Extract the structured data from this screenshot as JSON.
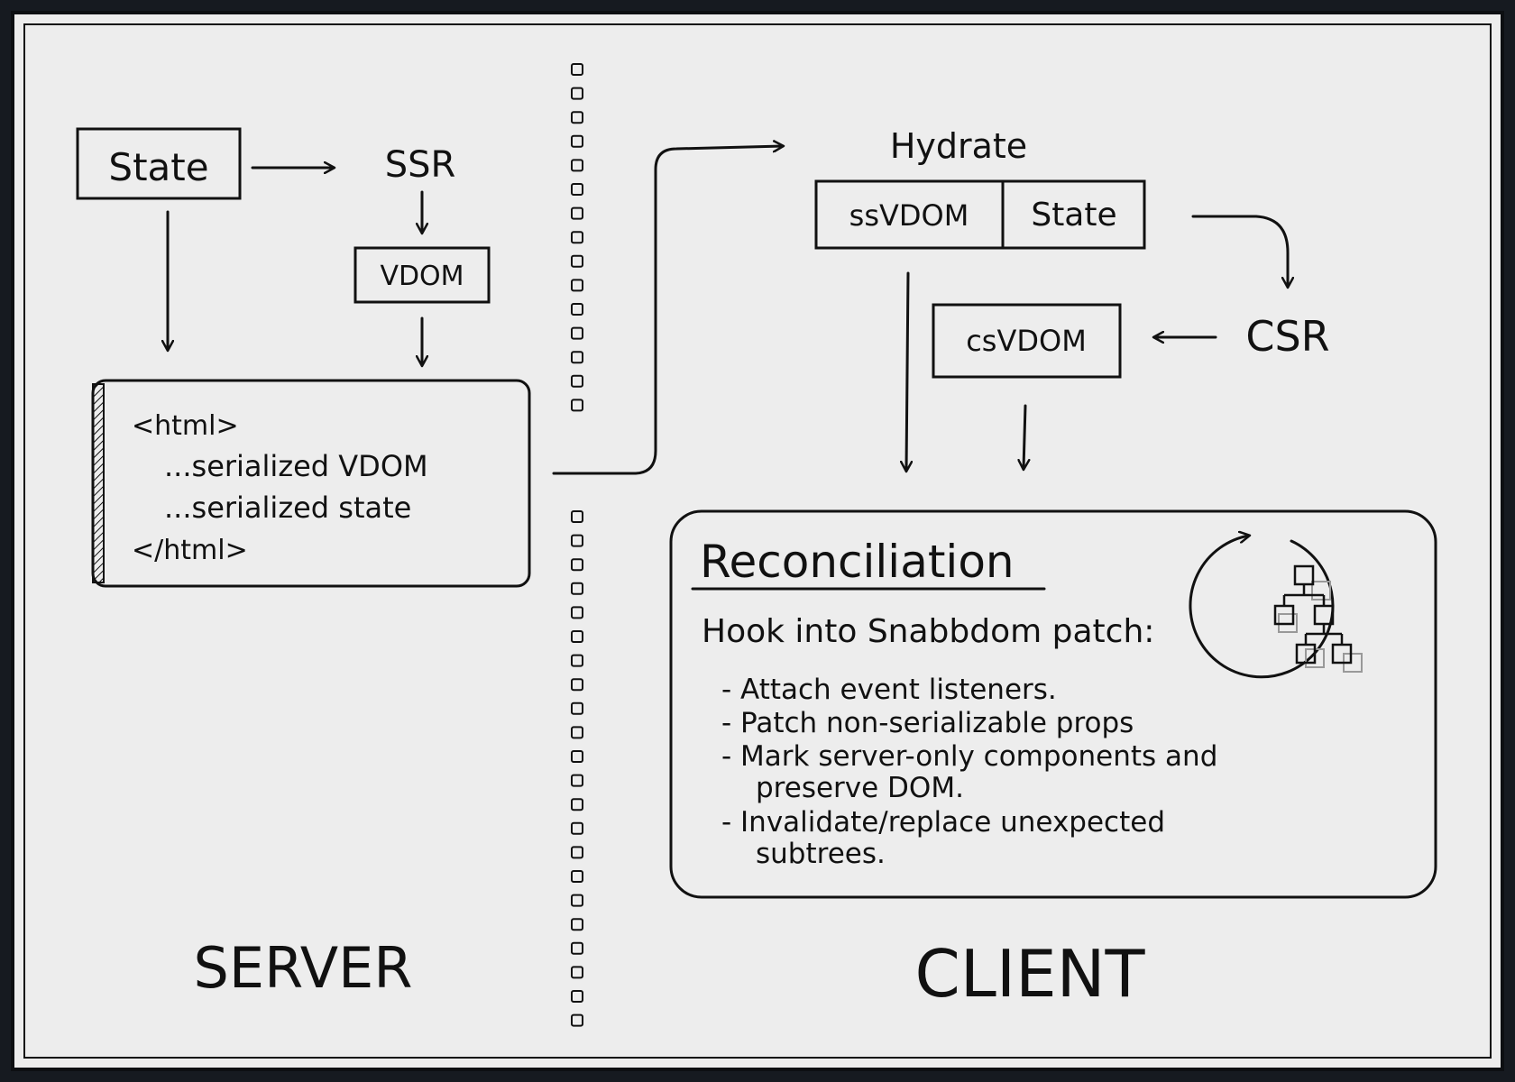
{
  "server": {
    "state_label": "State",
    "ssr_label": "SSR",
    "vdom_label": "VDOM",
    "html_lines": [
      "<html>",
      "...serialized VDOM",
      "...serialized state",
      "</html>"
    ],
    "section_label": "SERVER"
  },
  "client": {
    "hydrate_label": "Hydrate",
    "ssvdom_label": "ssVDOM",
    "state_label": "State",
    "csvdom_label": "csVDOM",
    "csr_label": "CSR",
    "section_label": "CLIENT"
  },
  "reconciliation": {
    "title": "Reconciliation",
    "intro": "Hook into Snabbdom patch:",
    "items": [
      [
        "- Attach event listeners."
      ],
      [
        "- Patch non-serializable props"
      ],
      [
        "- Mark server-only components and",
        "preserve DOM."
      ],
      [
        "- Invalidate/replace unexpected",
        "subtrees."
      ]
    ]
  },
  "icons": {
    "divider": "dotted-divider",
    "cycle": "tree-cycle-icon"
  }
}
